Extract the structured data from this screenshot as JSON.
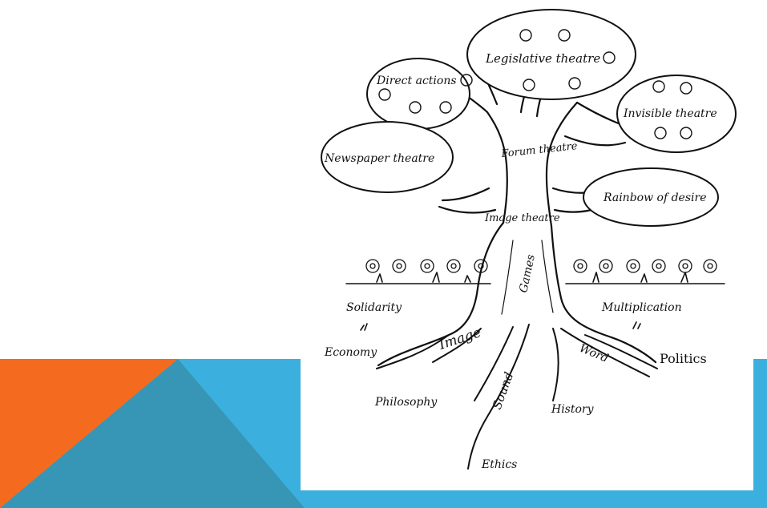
{
  "colors": {
    "blue": "#3BB0DE",
    "teal": "#3796B5",
    "orange": "#F46B1F",
    "ink": "#111111",
    "card": "#FFFFFF"
  },
  "clouds": {
    "legislative": "Legislative theatre",
    "direct": "Direct actions",
    "invisible": "Invisible theatre",
    "newspaper": "Newspaper theatre",
    "rainbow": "Rainbow of desire"
  },
  "trunk": {
    "forum": "Forum theatre",
    "image_theatre": "Image theatre",
    "games": "Games"
  },
  "ground": {
    "solidarity": "Solidarity",
    "multiplication": "Multiplication",
    "economy": "Economy",
    "politics": "Politics"
  },
  "roots": {
    "image": "Image",
    "word": "Word",
    "sound": "Sound",
    "philosophy": "Philosophy",
    "history": "History",
    "ethics": "Ethics"
  }
}
